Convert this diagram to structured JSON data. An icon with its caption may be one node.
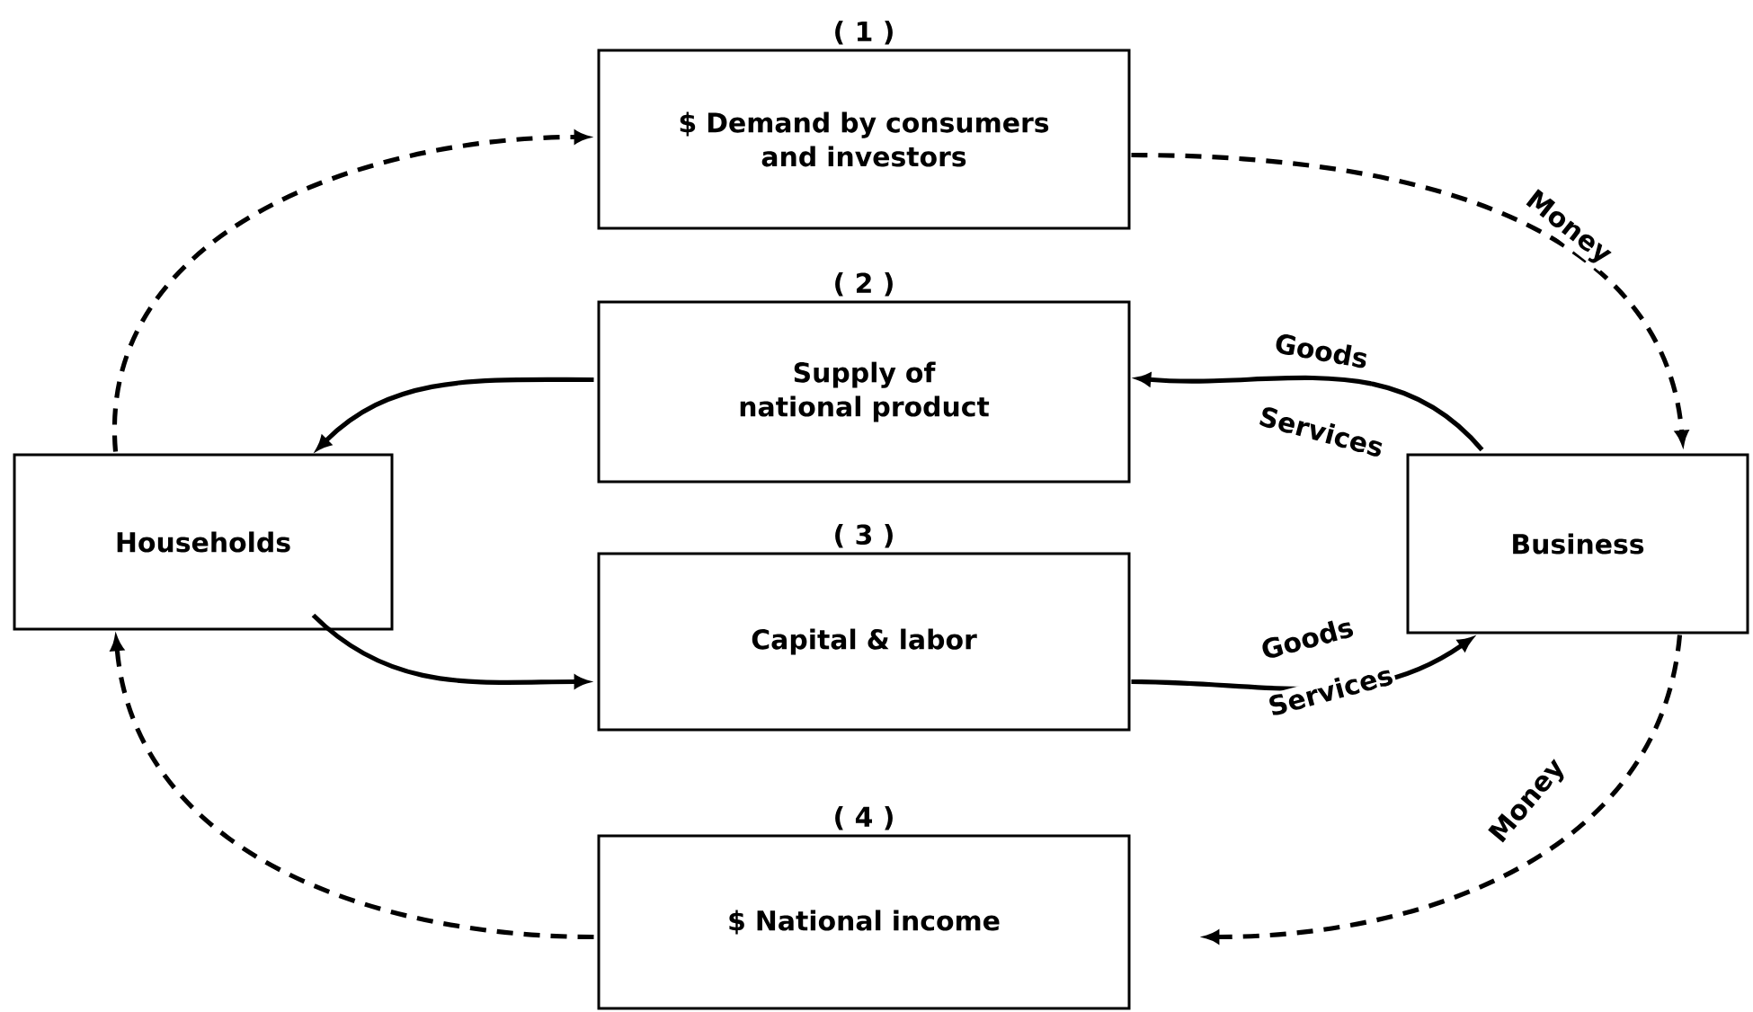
{
  "diagram": {
    "nodes": [
      {
        "text": [
          "$ Demand by consumers and investors"
        ],
        "beside": [
          "( 1 )"
        ]
      },
      {
        "text": [
          "Supply of national product"
        ],
        "beside": [
          "( 2 )"
        ]
      },
      {
        "text": [
          "Households"
        ]
      },
      {
        "text": [
          "Business"
        ]
      },
      {
        "text": [
          "Capital & labor"
        ],
        "beside": [
          "( 3 )"
        ]
      },
      {
        "text": [
          "$ National income"
        ],
        "beside": [
          "( 4 )"
        ]
      }
    ],
    "edges": [
      {
        "from": 2,
        "to": 0,
        "arrow": "to",
        "style": "dashed"
      },
      {
        "from": 0,
        "to": 3,
        "arrow": "to",
        "style": "dashed",
        "label": "Money"
      },
      {
        "from": 3,
        "to": 1,
        "arrow": "to",
        "label": "Goods"
      },
      {
        "from": 1,
        "to": 2,
        "arrow": "to"
      },
      {
        "from": 2,
        "to": 4,
        "arrow": "to"
      },
      {
        "from": 4,
        "to": 3,
        "arrow": "to",
        "label": "Goods"
      },
      {
        "from": 3,
        "to": 5,
        "arrow": "to",
        "style": "dashed",
        "label": "Money"
      },
      {
        "from": 5,
        "to": 2,
        "arrow": "to",
        "style": "dashed"
      }
    ],
    "labels": [
      "Services",
      "Services"
    ]
  }
}
